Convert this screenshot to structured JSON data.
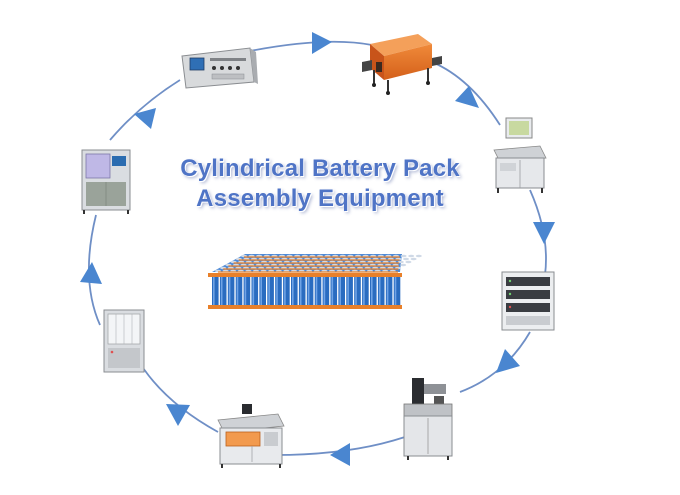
{
  "title": {
    "line1": "Cylindrical Battery Pack",
    "line2": "Assembly Equipment"
  },
  "colors": {
    "title": "#4f74c6",
    "cycle_line": "#6f8fc6",
    "arrow": "#4a86d0",
    "cell_blue": "#2a6cc0",
    "nickel_strip": "#e8802a"
  },
  "diagram": {
    "type": "process-cycle",
    "direction": "clockwise",
    "center_item": "battery-pack-image",
    "stations": [
      {
        "id": "station-1",
        "icon": "tester-console-icon"
      },
      {
        "id": "station-2",
        "icon": "shrink-tunnel-icon"
      },
      {
        "id": "station-3",
        "icon": "sorting-machine-icon"
      },
      {
        "id": "station-4",
        "icon": "grading-cabinet-icon"
      },
      {
        "id": "station-5",
        "icon": "spot-welder-icon"
      },
      {
        "id": "station-6",
        "icon": "laser-welder-icon"
      },
      {
        "id": "station-7",
        "icon": "enclosed-workcell-icon"
      },
      {
        "id": "station-8",
        "icon": "inspection-machine-icon"
      }
    ]
  }
}
